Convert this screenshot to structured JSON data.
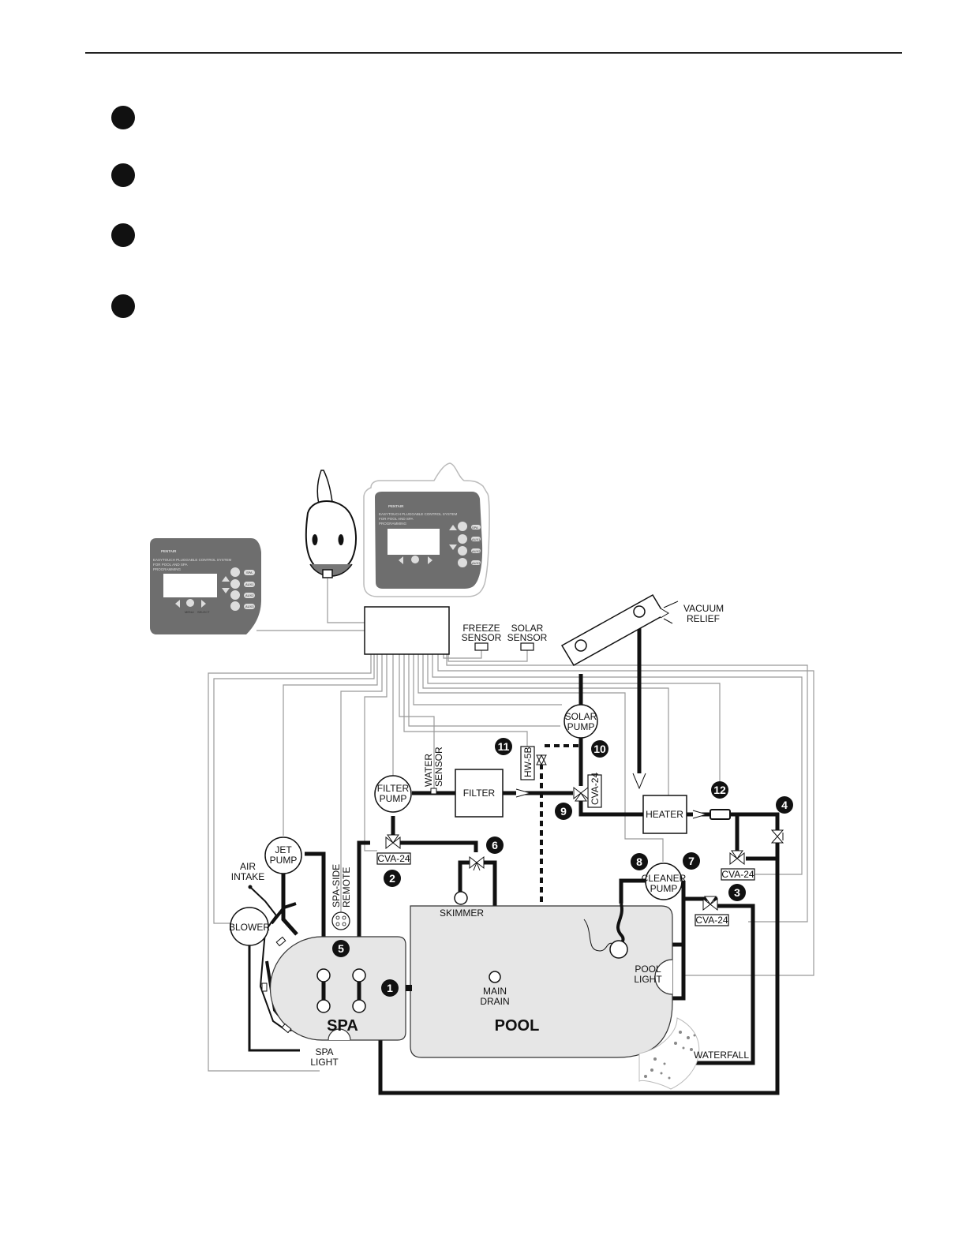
{
  "bullets": [
    "",
    "",
    "",
    ""
  ],
  "labels": {
    "vacuum_relief": [
      "VACUUM",
      "RELIEF"
    ],
    "freeze_sensor": [
      "FREEZE",
      "SENSOR"
    ],
    "solar_sensor": [
      "SOLAR",
      "SENSOR"
    ],
    "solar_pump": [
      "SOLAR",
      "PUMP"
    ],
    "water_sensor": [
      "WATER",
      "SENSOR"
    ],
    "filter_pump": [
      "FILTER",
      "PUMP"
    ],
    "filter": "FILTER",
    "heater": "HEATER",
    "hw5b": "HW-5B",
    "cva_vertical": "CVA-24",
    "cva_2": "CVA-24",
    "cva_7": "CVA-24",
    "cva_3": "CVA-24",
    "jet_pump": [
      "JET",
      "PUMP"
    ],
    "air_intake": [
      "AIR",
      "INTAKE"
    ],
    "spa_side_remote": [
      "SPA-SIDE",
      "REMOTE"
    ],
    "blower": "BLOWER",
    "skimmer": "SKIMMER",
    "cleaner_pump": [
      "CLEANER",
      "PUMP"
    ],
    "main_drain": [
      "MAIN",
      "DRAIN"
    ],
    "pool_light": [
      "POOL",
      "LIGHT"
    ],
    "spa": "SPA",
    "pool": "POOL",
    "spa_light": [
      "SPA",
      "LIGHT"
    ],
    "waterfall": "WATERFALL"
  },
  "callouts": [
    "1",
    "2",
    "3",
    "4",
    "5",
    "6",
    "7",
    "8",
    "9",
    "10",
    "11",
    "12"
  ],
  "devices": {
    "brand": "PENTAIR",
    "panel_line1": "EASYTOUCH PLUGGABLE CONTROL SYSTEM",
    "panel_line2": "FOR POOL AND SPA",
    "panel_line3": "PROGRAMMING",
    "buttons": [
      "SPA",
      "AUX1",
      "AUX2",
      "AUX3"
    ],
    "wireless_buttons": [
      "SPA",
      "AUX1",
      "AUX2",
      "AUX3"
    ],
    "menu_label": "MENU",
    "select_label": "SELECT"
  },
  "colors": {
    "ink": "#111111",
    "pool_fill": "#e6e6e6",
    "panel": "#6e6e6e",
    "wire": "#999999"
  }
}
